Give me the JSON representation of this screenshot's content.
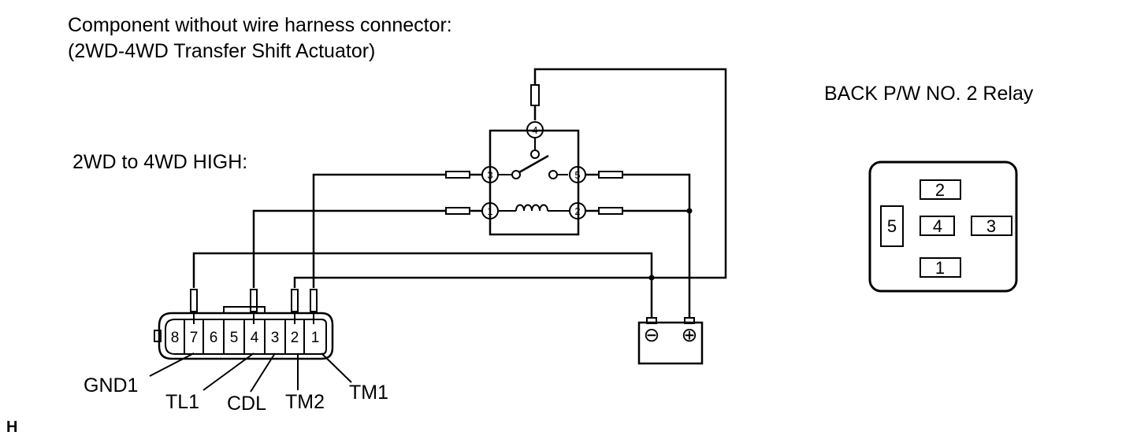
{
  "diagram": {
    "title_line1": "Component without wire harness connector:",
    "title_line2": "(2WD-4WD Transfer Shift Actuator)",
    "mode_label": "2WD to 4WD HIGH:",
    "relay_title": "BACK P/W NO. 2 Relay",
    "figure_code": "H",
    "relay_coil_terminals": {
      "t4": "4",
      "t3": "3",
      "t5": "5",
      "t1": "1",
      "t2": "2"
    },
    "battery": {
      "negative": "⊖",
      "positive": "⊕"
    },
    "connector_pins": [
      "8",
      "7",
      "6",
      "5",
      "4",
      "3",
      "2",
      "1"
    ],
    "callouts": {
      "gnd1": "GND1",
      "tl1": "TL1",
      "cdl": "CDL",
      "tm2": "TM2",
      "tm1": "TM1"
    },
    "relay_face_pins": {
      "p2": "2",
      "p5": "5",
      "p4": "4",
      "p3": "3",
      "p1": "1"
    }
  }
}
